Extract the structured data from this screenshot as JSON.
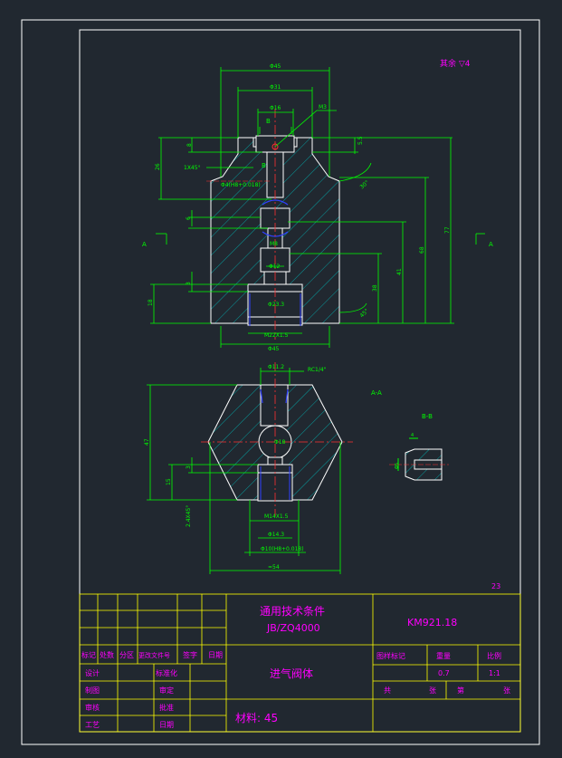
{
  "drawing": {
    "roughness_note": "其余 ▽4",
    "page_number": "23",
    "labels": {
      "section_aa": "A-A",
      "section_bb": "B-B",
      "view_a_left": "A",
      "view_a_right": "A",
      "view_b_top": "B",
      "view_b_mid": "B"
    },
    "dims": {
      "d45_top": "Φ45",
      "d31": "Φ31",
      "d16": "Φ16",
      "m3": "M3",
      "d8": "8",
      "d5_5": "5.5",
      "d26": "26",
      "chamfer": "1X45°",
      "angle30": "30°",
      "phi4": "Φ4(H8+0.018)",
      "d6": "6",
      "d4": "4",
      "m8": "M8",
      "d12": "Φ12",
      "d23_3": "Φ23.3",
      "d18": "18",
      "d3": "3",
      "d38": "38",
      "d41": "41",
      "d68": "68",
      "d77": "77",
      "m22": "M22X1.5",
      "d45_bottom": "Φ45",
      "angle45": "45°",
      "d11_2": "Φ11.2",
      "rc": "RC1/4\"",
      "d47": "47",
      "d3b": "3",
      "d15": "15",
      "d24": "2.4X45°",
      "d18b": "Φ18",
      "m14": "M14X1.5",
      "d14_3": "Φ14.3",
      "d10": "Φ10(H8+0.018)",
      "d54": "≈54",
      "bb_d5": "Φ5",
      "bb_4": "4"
    }
  },
  "title_block": {
    "tech_req_line1": "通用技术条件",
    "tech_req_line2": "JB/ZQ4000",
    "drawing_no": "KM921.18",
    "part_name": "进气阀体",
    "material": "材料: 45",
    "rev_headers": [
      "标记",
      "处数",
      "分区",
      "更改文件号",
      "签字",
      "日期"
    ],
    "row_design": "设计",
    "row_standard": "标准化",
    "row_draft": "制图",
    "row_review": "审定",
    "row_check": "审核",
    "row_approve": "批准",
    "row_process": "工艺",
    "row_date": "日期",
    "stage_label": "图样标记",
    "weight_label": "重量",
    "scale_label": "比例",
    "weight_value": "0.7",
    "scale_value": "1:1",
    "sheets_total": "共",
    "sheets_unit": "张",
    "sheet_no": "第",
    "sheet_unit": "张"
  },
  "colors": {
    "background": "#212830",
    "border": "#ffffff",
    "dimension": "#00ff00",
    "outline": "#ffffff",
    "hatch": "#00c0c0",
    "centerline": "#ff3030",
    "text_magenta": "#ff00ff",
    "table_line": "#ffff00",
    "hidden": "#3040ff"
  }
}
